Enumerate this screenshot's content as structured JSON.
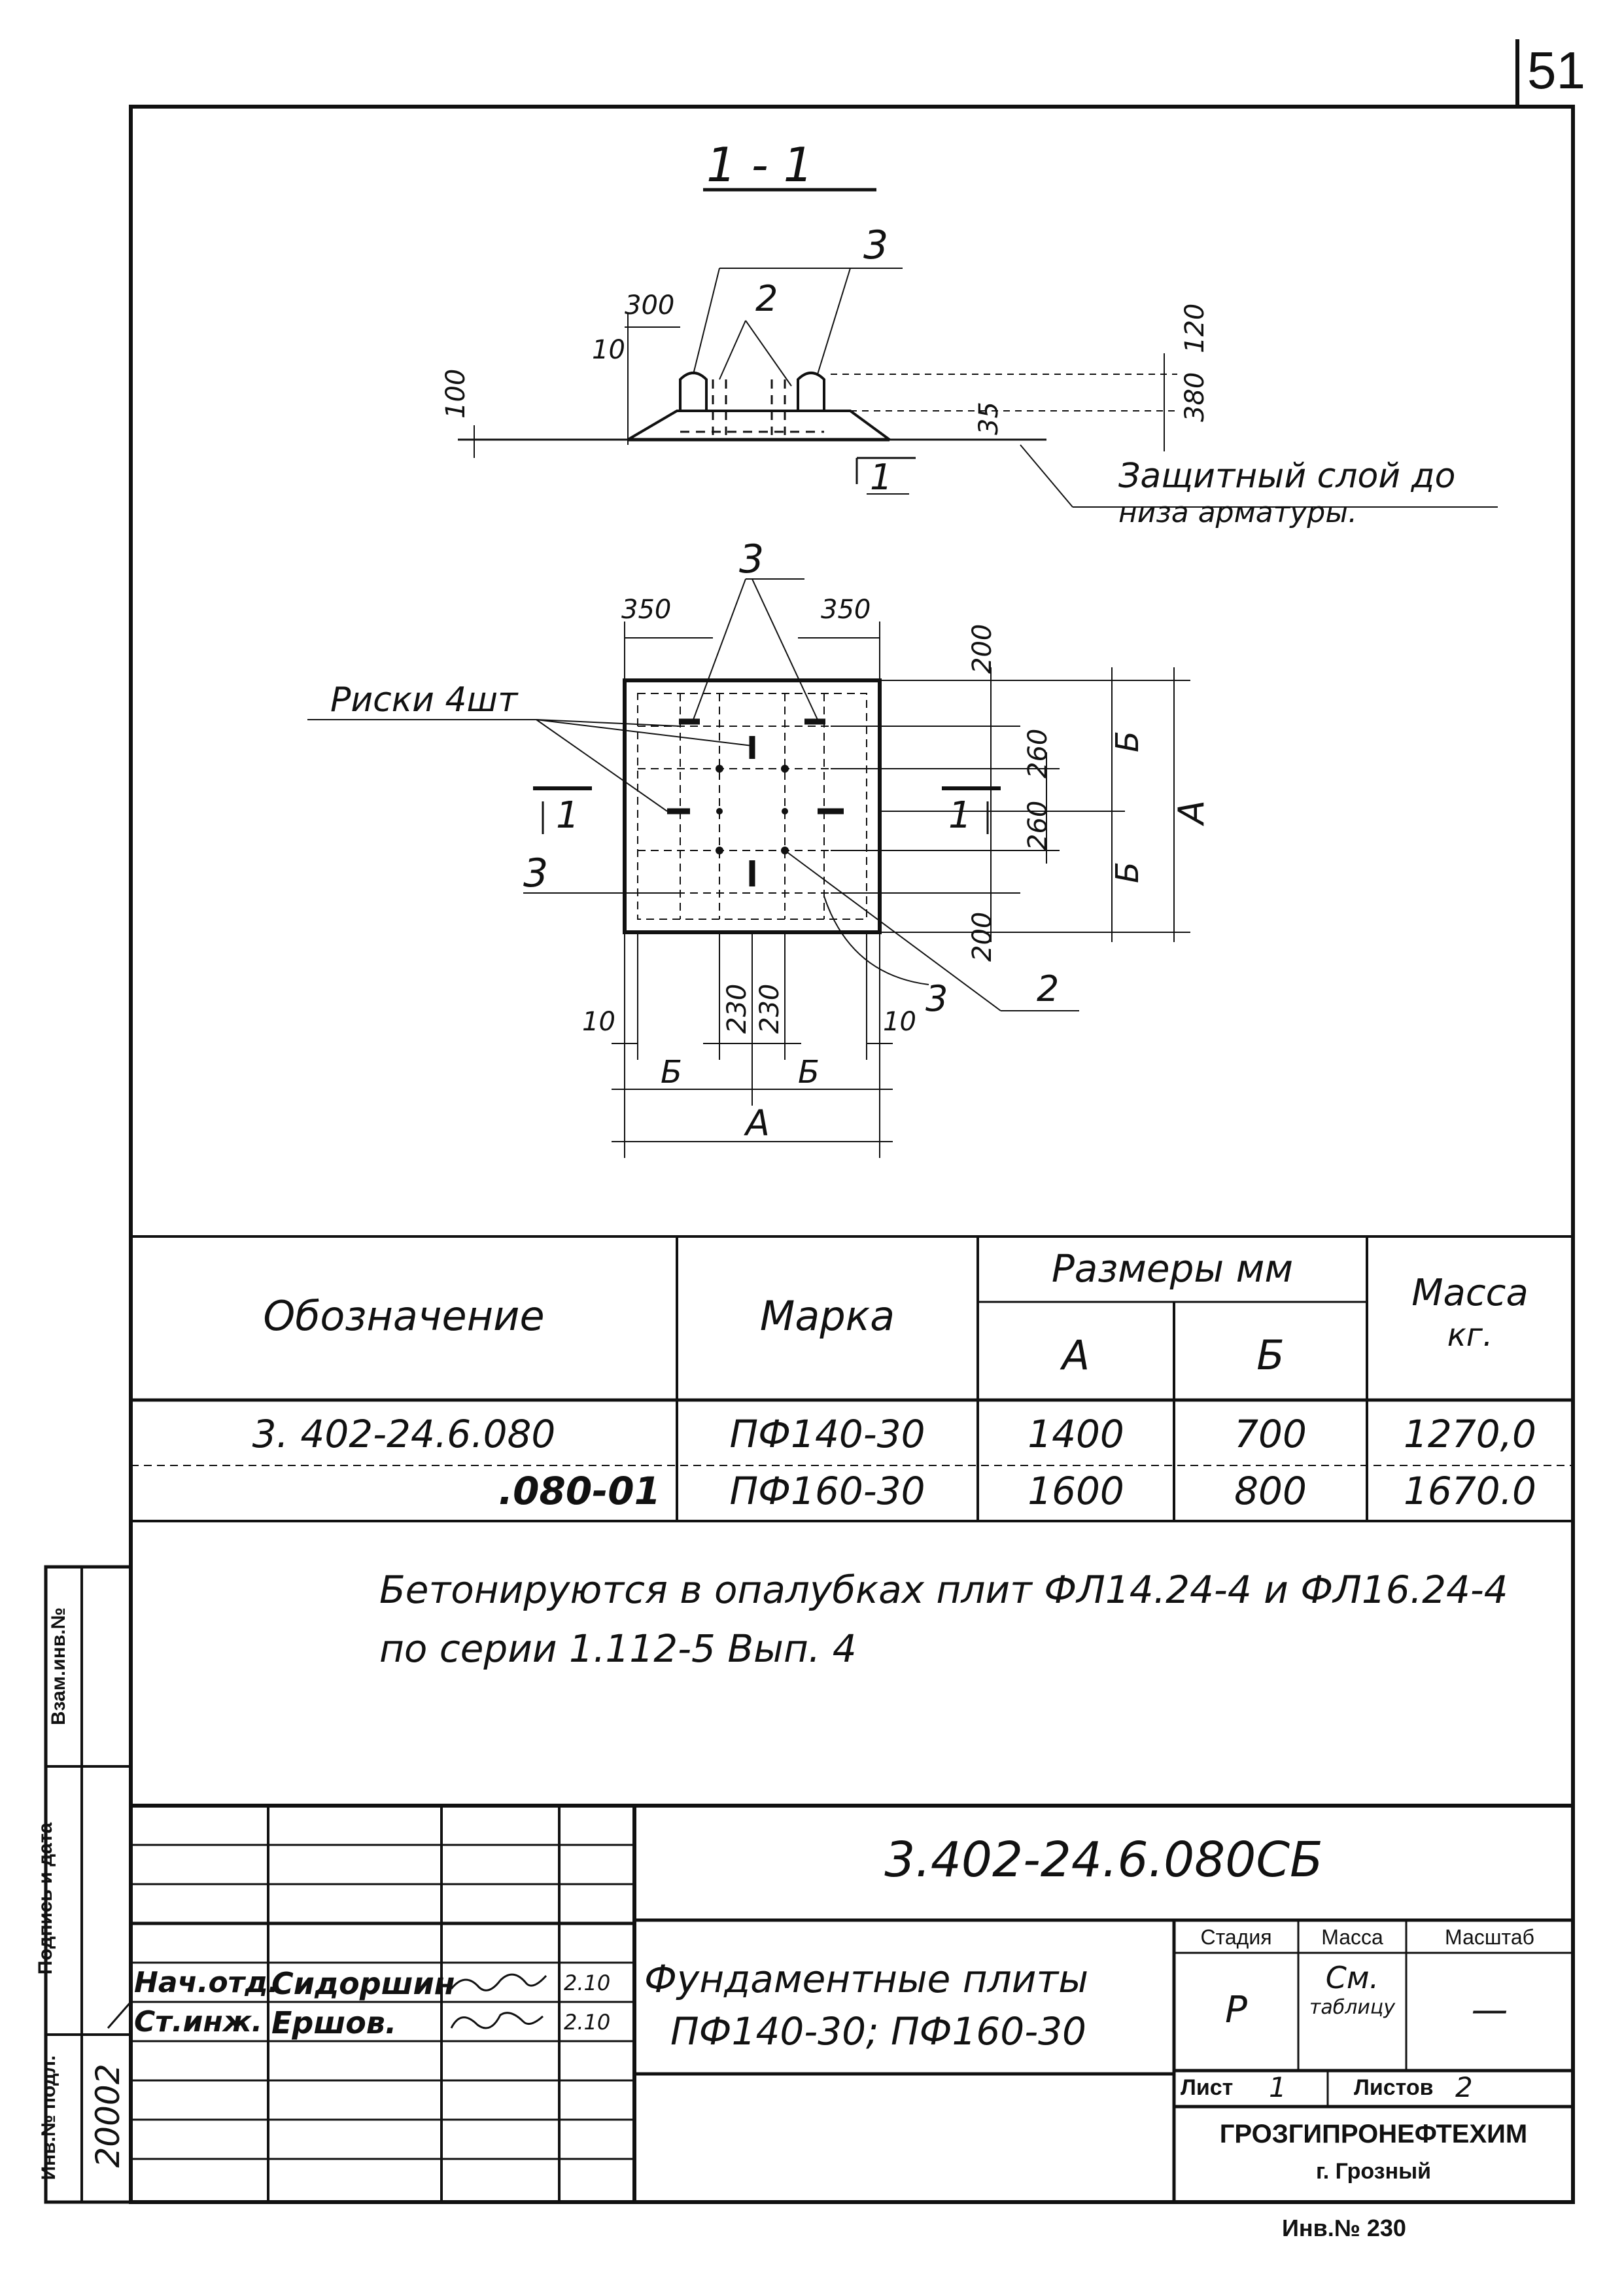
{
  "page_number": "51",
  "section": {
    "title": "1 - 1",
    "dims": {
      "d300": "300",
      "d10": "10",
      "d100": "100",
      "d120": "120",
      "d380": "380",
      "d35": "35",
      "d350a": "350",
      "d350b": "350",
      "d200a": "200",
      "d260a": "260",
      "d260b": "260",
      "d200b": "200",
      "d230a": "230",
      "d230b": "230",
      "d10b": "10",
      "d10c": "10",
      "B": "Б",
      "A": "А"
    },
    "marks": {
      "m1": "1",
      "m2": "2",
      "m3": "3"
    },
    "protective_note_line1": "Защитный слой до",
    "protective_note_line2": "низа арматуры."
  },
  "plan": {
    "risks_label": "Риски 4шт",
    "cut_mark": "1"
  },
  "table": {
    "headers": {
      "designation": "Обозначение",
      "mark": "Марка",
      "dims": "Размеры мм",
      "a": "А",
      "b": "Б",
      "mass": "Масса",
      "mass_unit": "кг."
    },
    "rows": [
      {
        "designation": "3. 402-24.6.080",
        "mark": "ПФ140-30",
        "a": "1400",
        "b": "700",
        "mass": "1270,0"
      },
      {
        "designation": ".080-01",
        "mark": "ПФ160-30",
        "a": "1600",
        "b": "800",
        "mass": "1670.0"
      }
    ]
  },
  "note": {
    "line1": "Бетонируются в опалубках плит ФЛ14.24-4 и ФЛ16.24-4",
    "line2": "по серии 1.112-5 Вып. 4"
  },
  "side_stamp": {
    "vzam": "Взам.инв.№",
    "podpis": "Подпись и дата",
    "inv_podl": "Инв.№ подл.",
    "inv_value": "20002"
  },
  "title_block": {
    "doc_code": "3.402-24.6.080СБ",
    "title_line1": "Фундаментные плиты",
    "title_line2": "ПФ140-30; ПФ160-30",
    "stage_label": "Стадия",
    "mass_label": "Масса",
    "scale_label": "Масштаб",
    "stage_value": "Р",
    "mass_value_line1": "См.",
    "mass_value_line2": "таблицу",
    "scale_value": "—",
    "sheet_label": "Лист",
    "sheet_value": "1",
    "sheets_label": "Листов",
    "sheets_value": "2",
    "org_line1": "ГРОЗГИПРОНЕФТЕХИМ",
    "org_line2": "г. Грозный",
    "signers": [
      {
        "role": "Нач.отд.",
        "name": "Сидоршин",
        "date": "2.10"
      },
      {
        "role": "Ст.инж.",
        "name": "Ершов.",
        "date": "2.10"
      }
    ]
  },
  "inventory": "Инв.№ 230"
}
